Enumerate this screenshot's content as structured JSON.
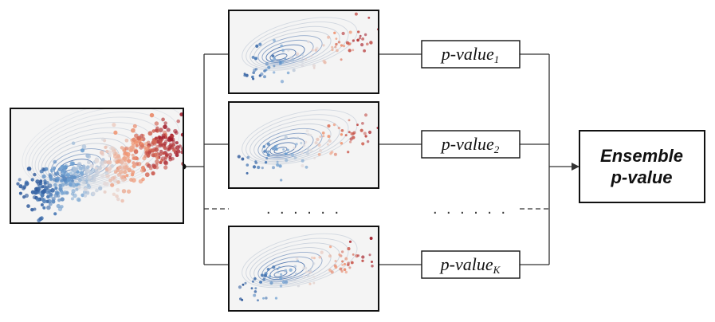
{
  "colors": {
    "line": "#333333",
    "frame": "#111111",
    "panel_bg": "#f4f4f4",
    "blue_dark": "#2b5d9b",
    "blue_light": "#a9c6e2",
    "red_light": "#f0b79c",
    "red_dark": "#a6202e",
    "contour": "#5a86b8"
  },
  "icons": [
    "arrow-right-icon",
    "junction-dot-icon"
  ],
  "source": {
    "name": "Full sample scatter with density contours"
  },
  "subsamples": [
    {
      "label_main": "p-value",
      "label_sub": "1"
    },
    {
      "label_main": "p-value",
      "label_sub": "2"
    },
    {
      "label_main": "p-value",
      "label_sub": "K"
    }
  ],
  "ellipsis": ". . . . . .",
  "ensemble": {
    "line1": "Ensemble",
    "line2": "p-value"
  }
}
